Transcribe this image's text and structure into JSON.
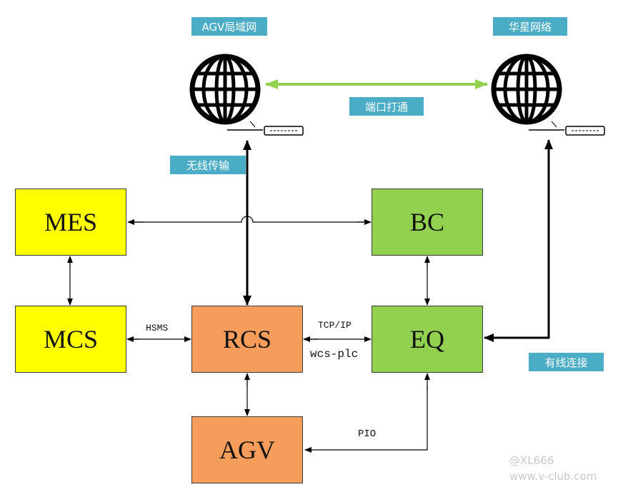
{
  "labels": {
    "agv_lan": "AGV局域网",
    "huaxing_network": "华星网络",
    "port_link": "端口打通",
    "wireless": "无线传输",
    "wired": "有线连接"
  },
  "nodes": {
    "mes": "MES",
    "mcs": "MCS",
    "rcs": "RCS",
    "agv": "AGV",
    "bc": "BC",
    "eq": "EQ"
  },
  "links": {
    "hsms": "HSMS",
    "tcpip": "TCP/IP",
    "wcs_plc": "wcs-plc",
    "pio": "PIO"
  },
  "colors": {
    "yellow": "#ffff00",
    "orange": "#f79d5c",
    "green": "#92d050",
    "label_bg": "#4bacc6",
    "link_green": "#92d050"
  },
  "icons": {
    "globe_left": "globe-icon",
    "globe_right": "globe-icon",
    "router_left": "router-icon",
    "router_right": "router-icon"
  },
  "watermark": {
    "line1": "@XL666",
    "line2": "www.v-club.com"
  }
}
